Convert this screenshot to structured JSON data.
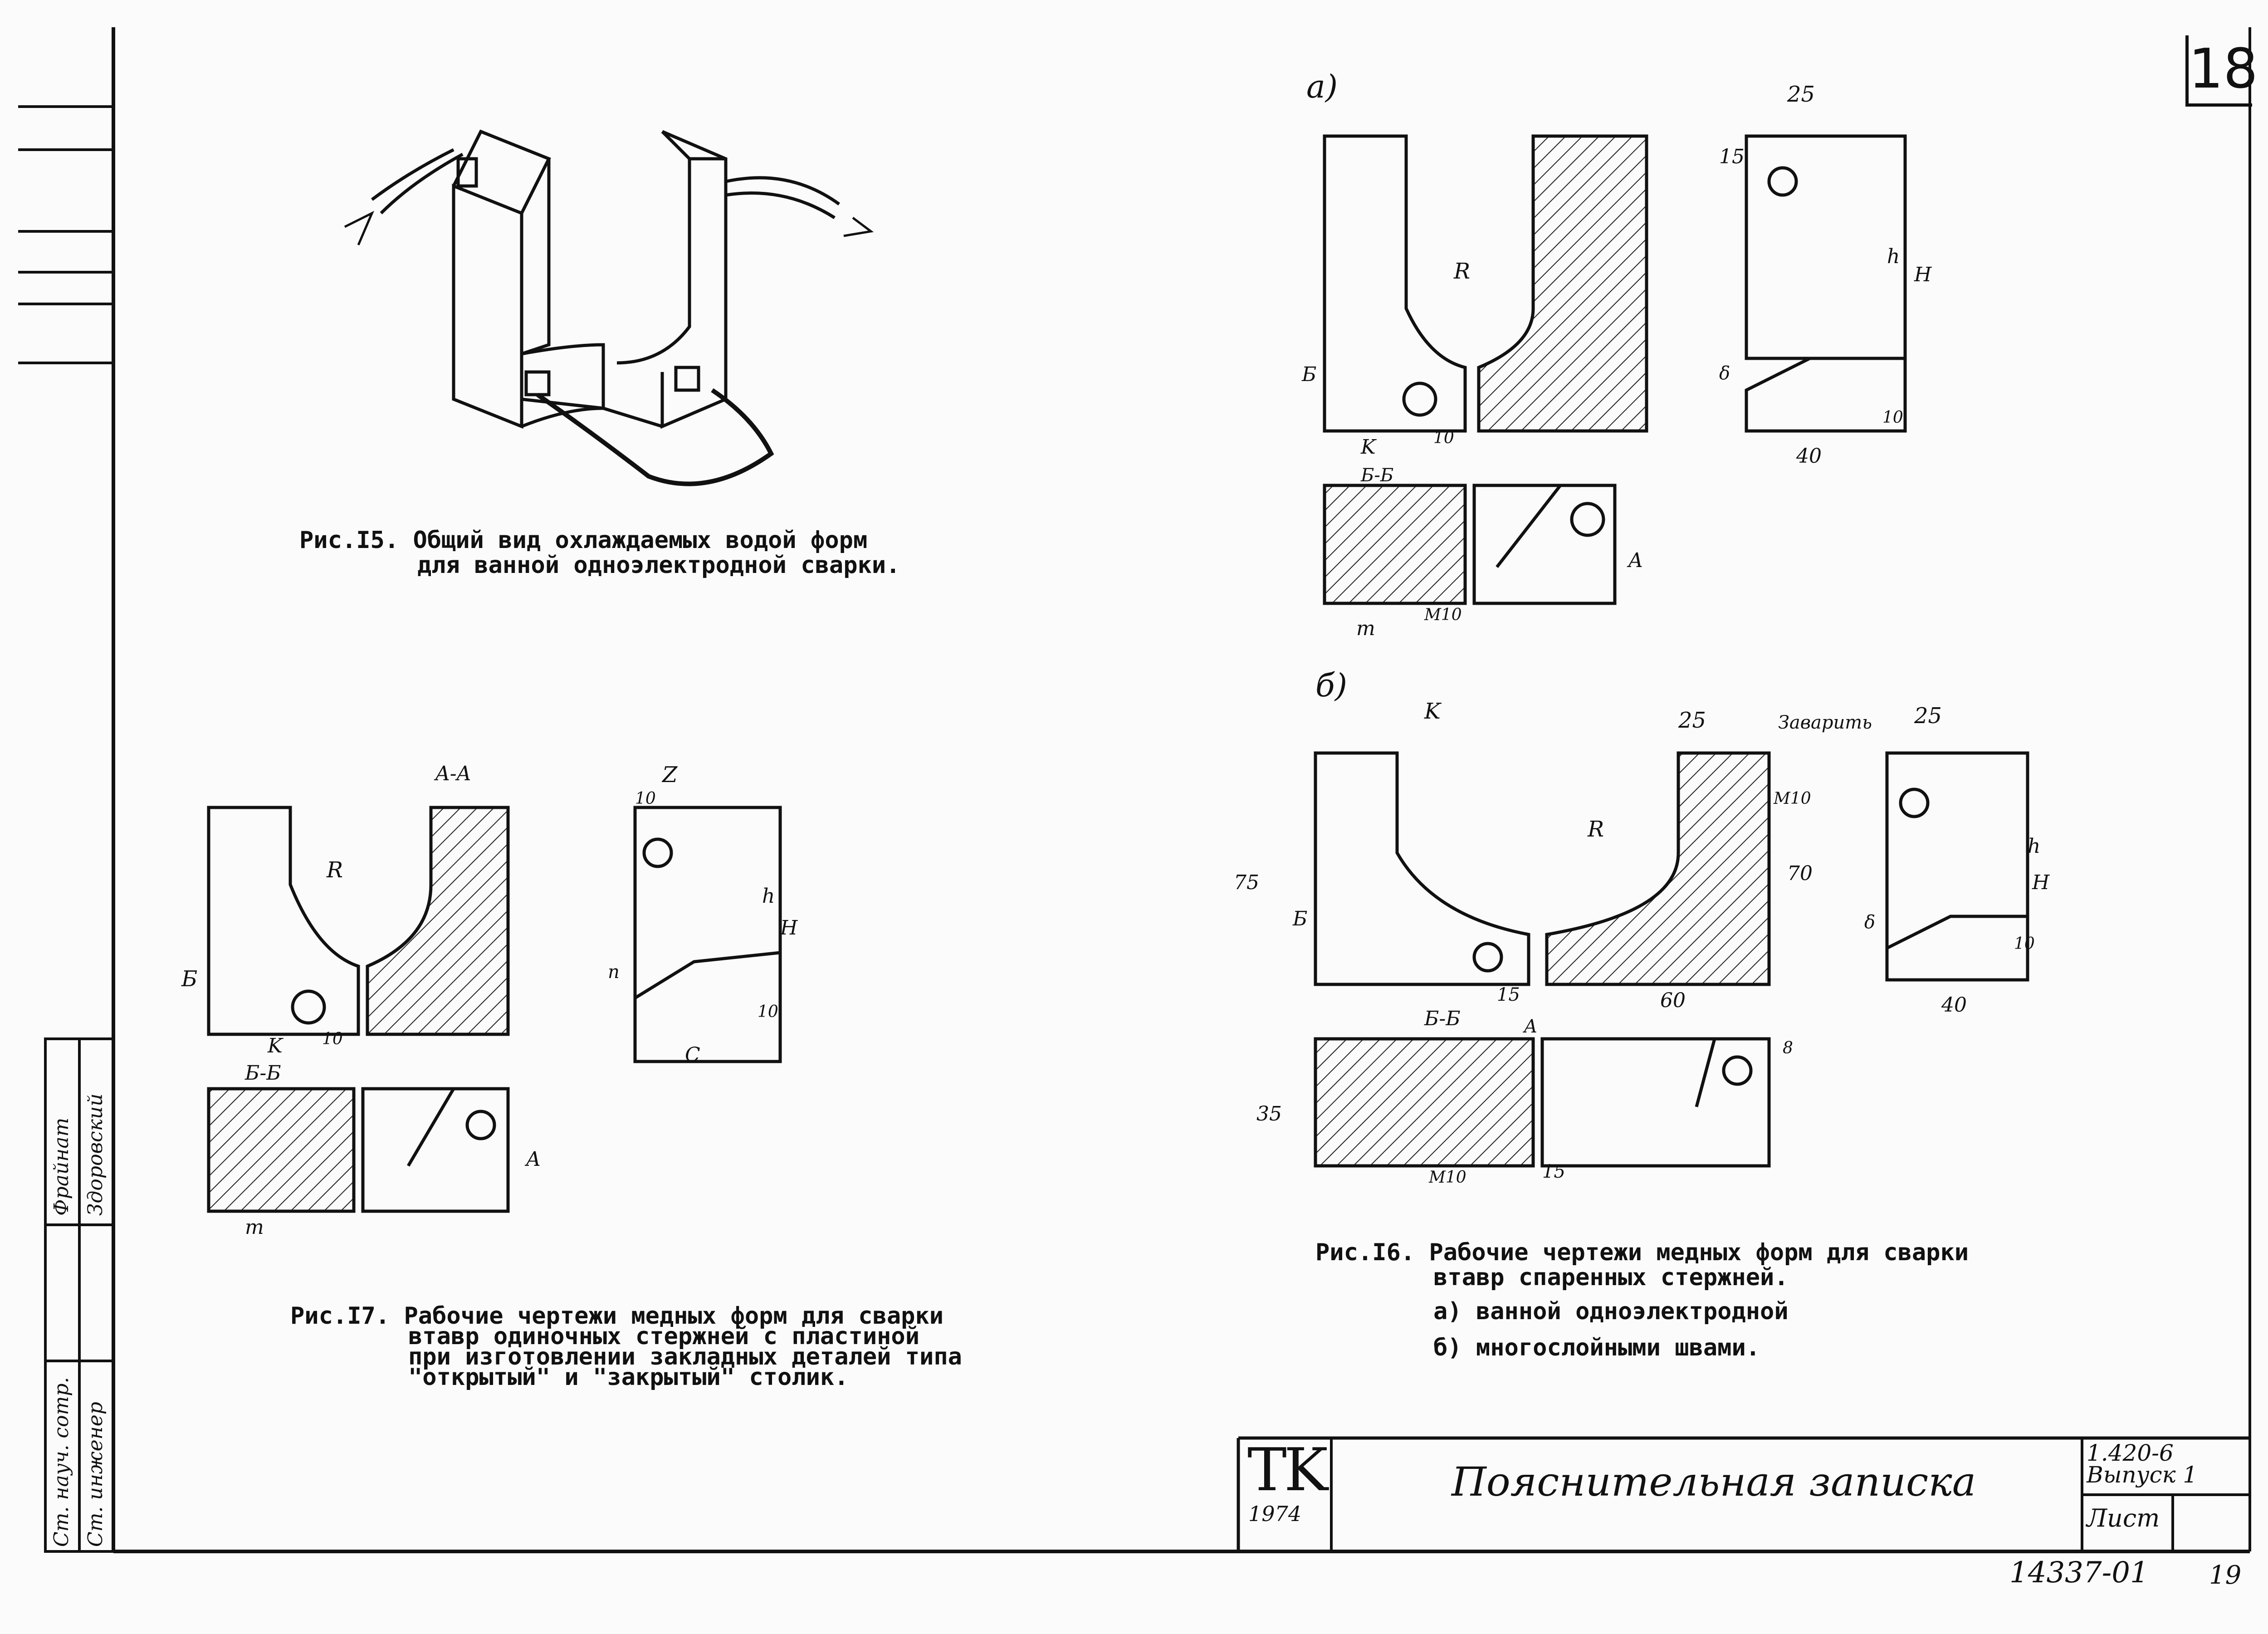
{
  "sheet_number": "18",
  "figures": {
    "fig15": {
      "caption_line1": "Рис.I5. Общий вид охлаждаемых водой форм",
      "caption_line2": "для ванной одноэлектродной сварки."
    },
    "fig16": {
      "caption_line1": "Рис.I6. Рабочие чертежи медных форм для сварки",
      "caption_line2": "втавр спаренных стержней.",
      "item_a": "а) ванной одноэлектродной",
      "item_b": "б) многослойными швами.",
      "label_a": "а)",
      "label_b": "б)"
    },
    "fig17": {
      "caption_line1": "Рис.I7. Рабочие чертежи медных форм для сварки",
      "caption_line2": "втавр одиночных стержней с пластиной",
      "caption_line3": "при изготовлении закладных деталей типа",
      "caption_line4": "\"открытый\" и \"закрытый\" столик."
    }
  },
  "dimension_labels": {
    "a_25": "25",
    "a_15": "15",
    "a_R": "R",
    "a_B": "Б",
    "a_K": "K",
    "a_10": "10",
    "a_BB": "Б-Б",
    "a_h": "h",
    "a_H": "H",
    "a_delta": "δ",
    "a_10b": "10",
    "a_40": "40",
    "a_m": "m",
    "a_M10": "M10",
    "a_A": "A",
    "b_K": "K",
    "b_25": "25",
    "b_zavarit": "Заварить",
    "b_25b": "25",
    "b_75": "75",
    "b_R": "R",
    "b_B": "Б",
    "b_M10": "M10",
    "b_70": "70",
    "b_h": "h",
    "b_H": "H",
    "b_delta": "δ",
    "b_10": "10",
    "b_40": "40",
    "b_15": "15",
    "b_60": "60",
    "b_BB": "Б-Б",
    "b_A": "A",
    "b_35": "35",
    "b_M10b": "M10",
    "b_15b": "15",
    "b_dim": "8",
    "f17_AA": "A-A",
    "f17_R": "R",
    "f17_B": "Б",
    "f17_K": "K",
    "f17_10": "10",
    "f17_BB": "Б-Б",
    "f17_m": "m",
    "f17_Z": "Z",
    "f17_10b": "10",
    "f17_h": "h",
    "f17_H": "H",
    "f17_n": "n",
    "f17_10c": "10",
    "f17_C": "C",
    "f17_A": "A"
  },
  "title_block": {
    "logo": "TK",
    "year": "1974",
    "title": "Пояснительная записка",
    "series_line1": "1.420-6",
    "series_line2": "Выпуск 1",
    "list_label": "Лист"
  },
  "stamp": {
    "row1_role": "Ст. науч. сотр.",
    "row1_name": "Фрайнат",
    "row2_role": "Ст. инженер",
    "row2_name": "Здоровский"
  },
  "bottom_number": "14337-01",
  "bottom_page": "19"
}
